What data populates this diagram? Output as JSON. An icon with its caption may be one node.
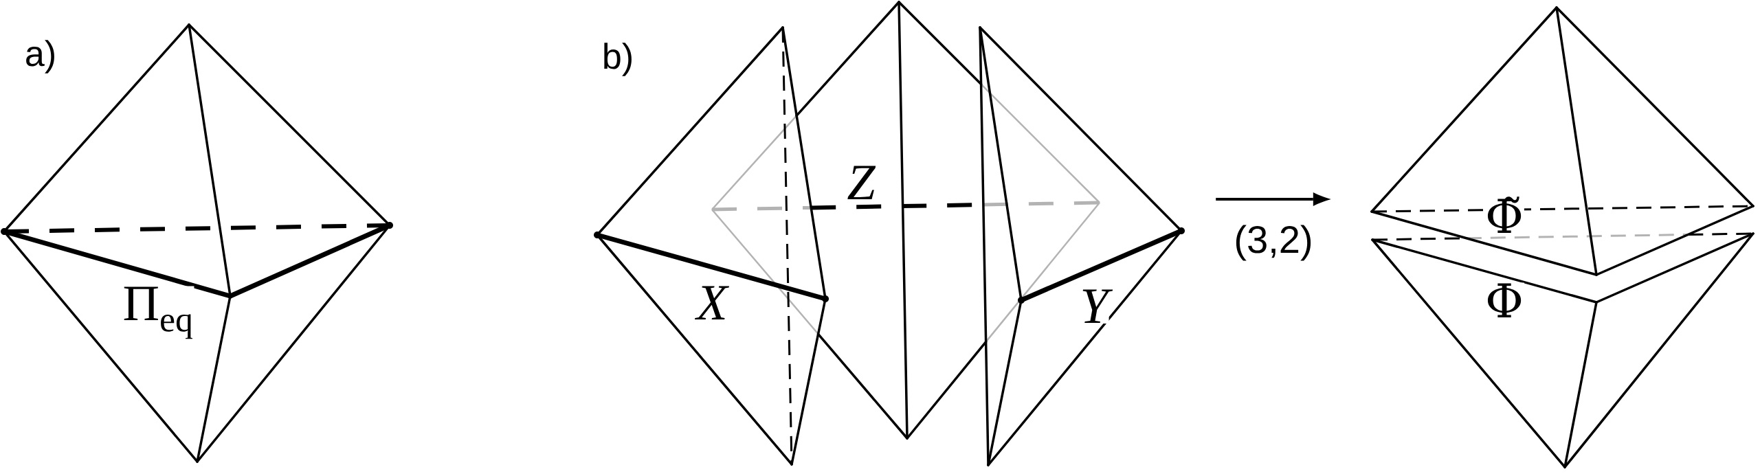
{
  "diagram": {
    "nodes": [
      {
        "text": [],
        "shape": "picture"
      },
      {
        "text": [],
        "shape": "picture"
      }
    ],
    "edges": [
      {
        "from": 0,
        "to": 1,
        "arrow": "to",
        "label": "(3,2)"
      }
    ],
    "labels": [
      "a)",
      "Π$_{eq}$",
      "b)",
      "Z",
      "X",
      "Y",
      "Φ̃",
      "Φ"
    ]
  }
}
